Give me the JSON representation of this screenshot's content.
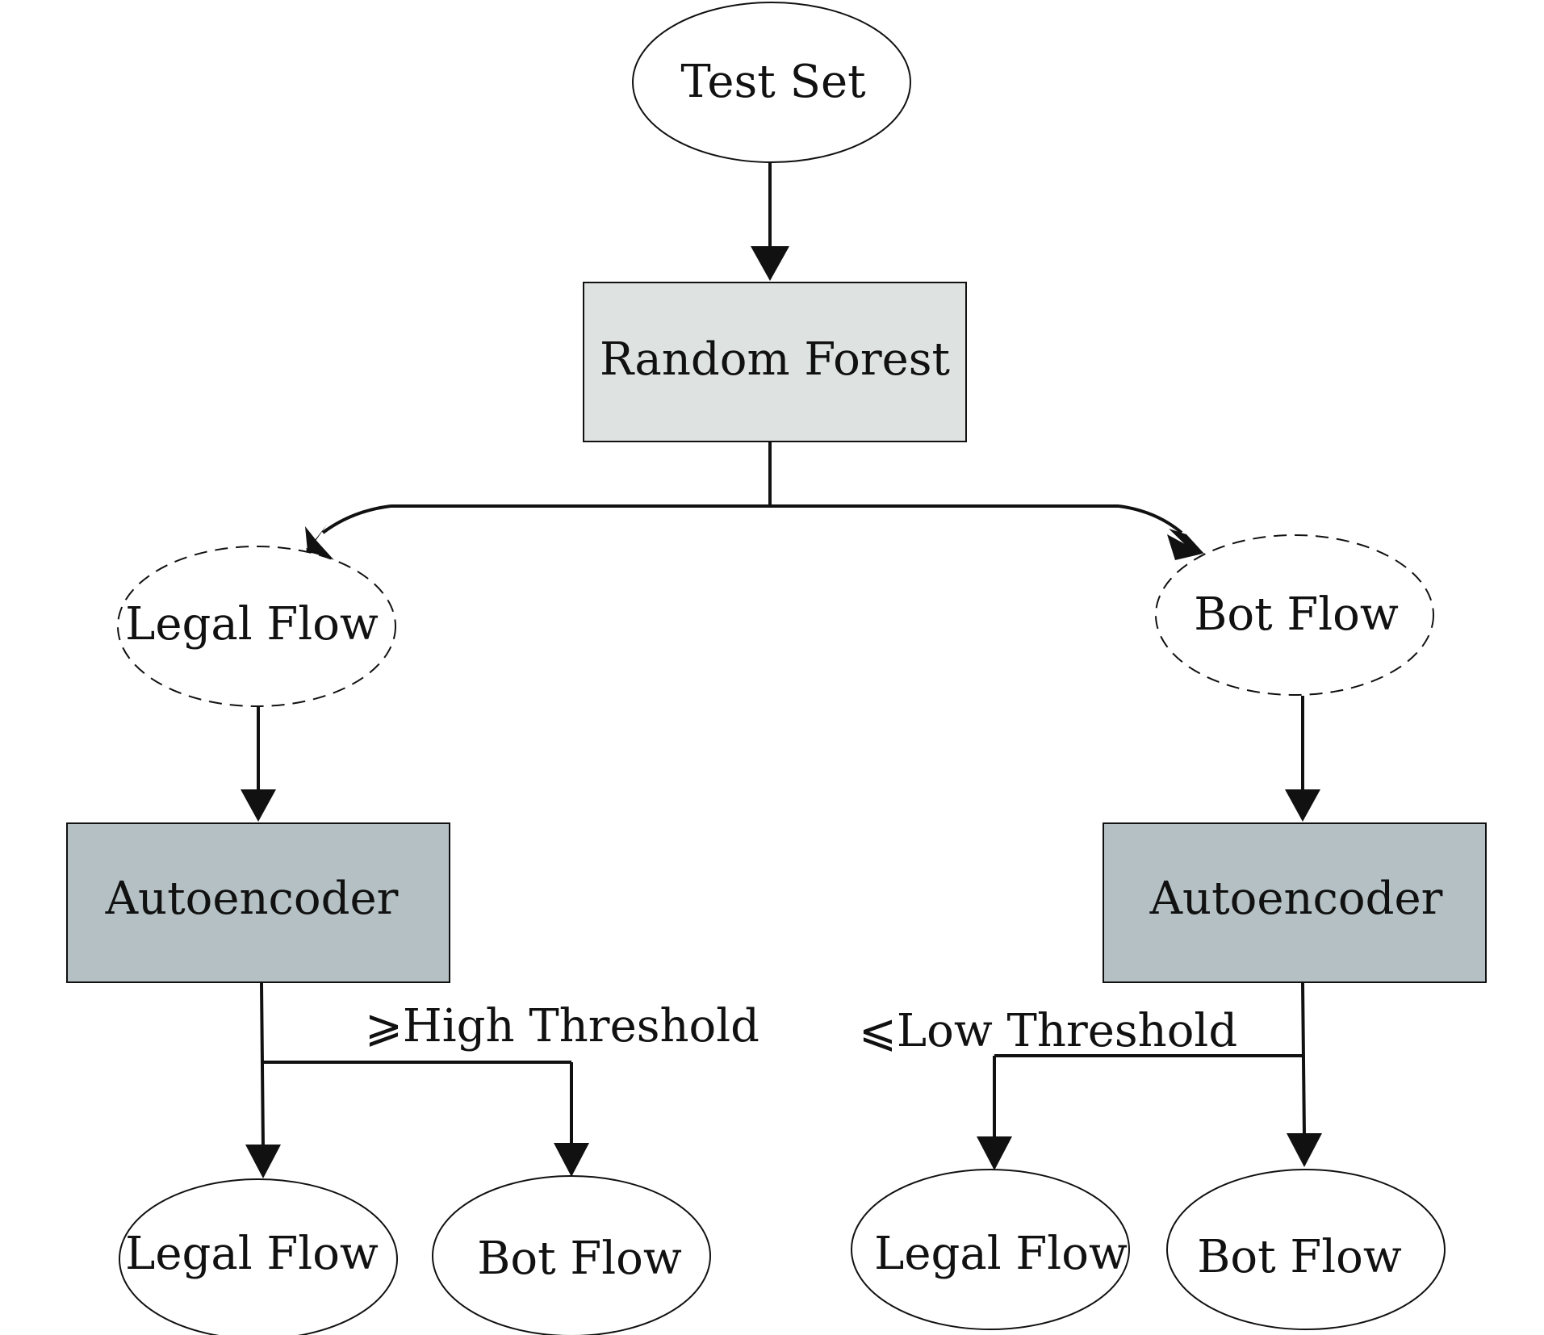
{
  "nodes": {
    "test_set": {
      "label": "Test Set"
    },
    "random_forest": {
      "label": "Random Forest"
    },
    "legal_flow_mid": {
      "label": "Legal Flow"
    },
    "bot_flow_mid": {
      "label": "Bot Flow"
    },
    "autoencoder_left": {
      "label": "Autoencoder"
    },
    "autoencoder_right": {
      "label": "Autoencoder"
    },
    "legal_flow_bl": {
      "label": "Legal Flow"
    },
    "bot_flow_bl": {
      "label": "Bot Flow"
    },
    "legal_flow_br": {
      "label": "Legal Flow"
    },
    "bot_flow_br": {
      "label": "Bot Flow"
    }
  },
  "edge_labels": {
    "high_threshold": "⩾High Threshold",
    "low_threshold": "⩽Low Threshold"
  },
  "colors": {
    "random_forest_fill": "#DEE3E2",
    "autoencoder_fill": "#B4C0C3",
    "stroke": "#111111"
  }
}
